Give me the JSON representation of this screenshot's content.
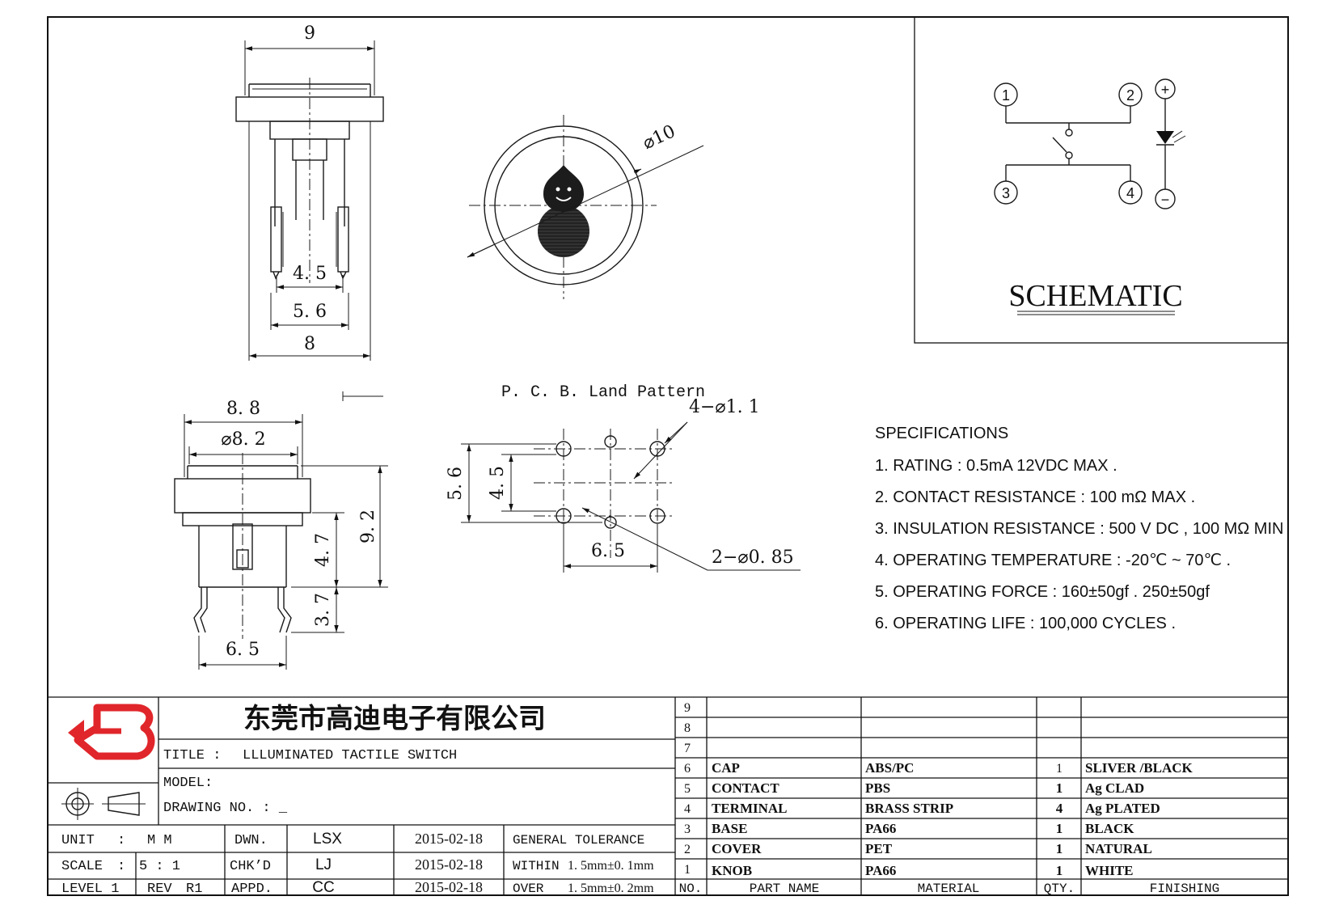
{
  "dimensions": {
    "top_width": "9",
    "pin_pitch_a": "4. 5",
    "pin_pitch_b": "5. 6",
    "base_width": "8",
    "cap_diameter": "⌀10",
    "side_width": "8. 8",
    "side_diameter": "⌀8. 2",
    "height_total": "9. 2",
    "height_body": "4. 7",
    "height_pins": "3. 7",
    "side_pin_pitch": "6. 5",
    "pcb_title": "P. C. B. Land Pattern",
    "pcb_holes_large": "4−⌀1. 1",
    "pcb_holes_small": "2−⌀0. 85",
    "pcb_h_outer": "5. 6",
    "pcb_h_inner": "4. 5",
    "pcb_w": "6. 5"
  },
  "schematic": {
    "title": "SCHEMATIC",
    "pins": [
      "1",
      "2",
      "3",
      "4"
    ],
    "led_plus": "+",
    "led_minus": "−"
  },
  "specifications": {
    "heading": "SPECIFICATIONS",
    "items": [
      "1. RATING : 0.5mA 12VDC MAX .",
      "2. CONTACT RESISTANCE : 100 mΩ MAX .",
      "3. INSULATION RESISTANCE : 500 V DC , 100 MΩ MIN",
      "4. OPERATING TEMPERATURE : -20℃ ~ 70℃ .",
      "5. OPERATING FORCE : 160±50gf . 250±50gf",
      "6. OPERATING LIFE : 100,000 CYCLES ."
    ]
  },
  "title_block": {
    "company": "东莞市高迪电子有限公司",
    "title_label": "TITLE :",
    "title_value": "LLLUMINATED TACTILE SWITCH",
    "model_label": "MODEL:",
    "drawing_label": "DRAWING NO. : _",
    "unit_label": "UNIT",
    "unit_sep": ":",
    "unit_value": "M M",
    "scale_label": "SCALE",
    "scale_sep": ":",
    "scale_value": "5 : 1",
    "level_label": "LEVEL 1",
    "rev_label": "REV",
    "rev_value": "R1",
    "dwn_label": "DWN.",
    "dwn_name": "LSX",
    "dwn_date": "2015-02-18",
    "chk_label": "CHK’D",
    "chk_name": "LJ",
    "chk_date": "2015-02-18",
    "appd_label": "APPD.",
    "appd_name": "CC",
    "appd_date": "2015-02-18",
    "tol_title": "GENERAL TOLERANCE",
    "tol_within": "WITHIN",
    "tol_within_val": "1. 5mm±0. 1mm",
    "tol_over": "OVER",
    "tol_over_val": "1. 5mm±0. 2mm"
  },
  "bom": {
    "headers": [
      "NO.",
      "PART NAME",
      "MATERIAL",
      "QTY.",
      "FINISHING"
    ],
    "empty_rows": [
      "9",
      "8",
      "7"
    ],
    "rows": [
      {
        "no": "6",
        "part": "CAP",
        "material": "ABS/PC",
        "qty": "1",
        "finishing": "SLIVER /BLACK"
      },
      {
        "no": "5",
        "part": "CONTACT",
        "material": "PBS",
        "qty": "1",
        "finishing": "Ag CLAD"
      },
      {
        "no": "4",
        "part": "TERMINAL",
        "material": "BRASS STRIP",
        "qty": "4",
        "finishing": "Ag PLATED"
      },
      {
        "no": "3",
        "part": "BASE",
        "material": "PA66",
        "qty": "1",
        "finishing": "BLACK"
      },
      {
        "no": "2",
        "part": "COVER",
        "material": "PET",
        "qty": "1",
        "finishing": "NATURAL"
      },
      {
        "no": "1",
        "part": "KNOB",
        "material": "PA66",
        "qty": "1",
        "finishing": "WHITE"
      }
    ]
  },
  "colors": {
    "logo_red": "#e0262b",
    "line": "#111111"
  }
}
